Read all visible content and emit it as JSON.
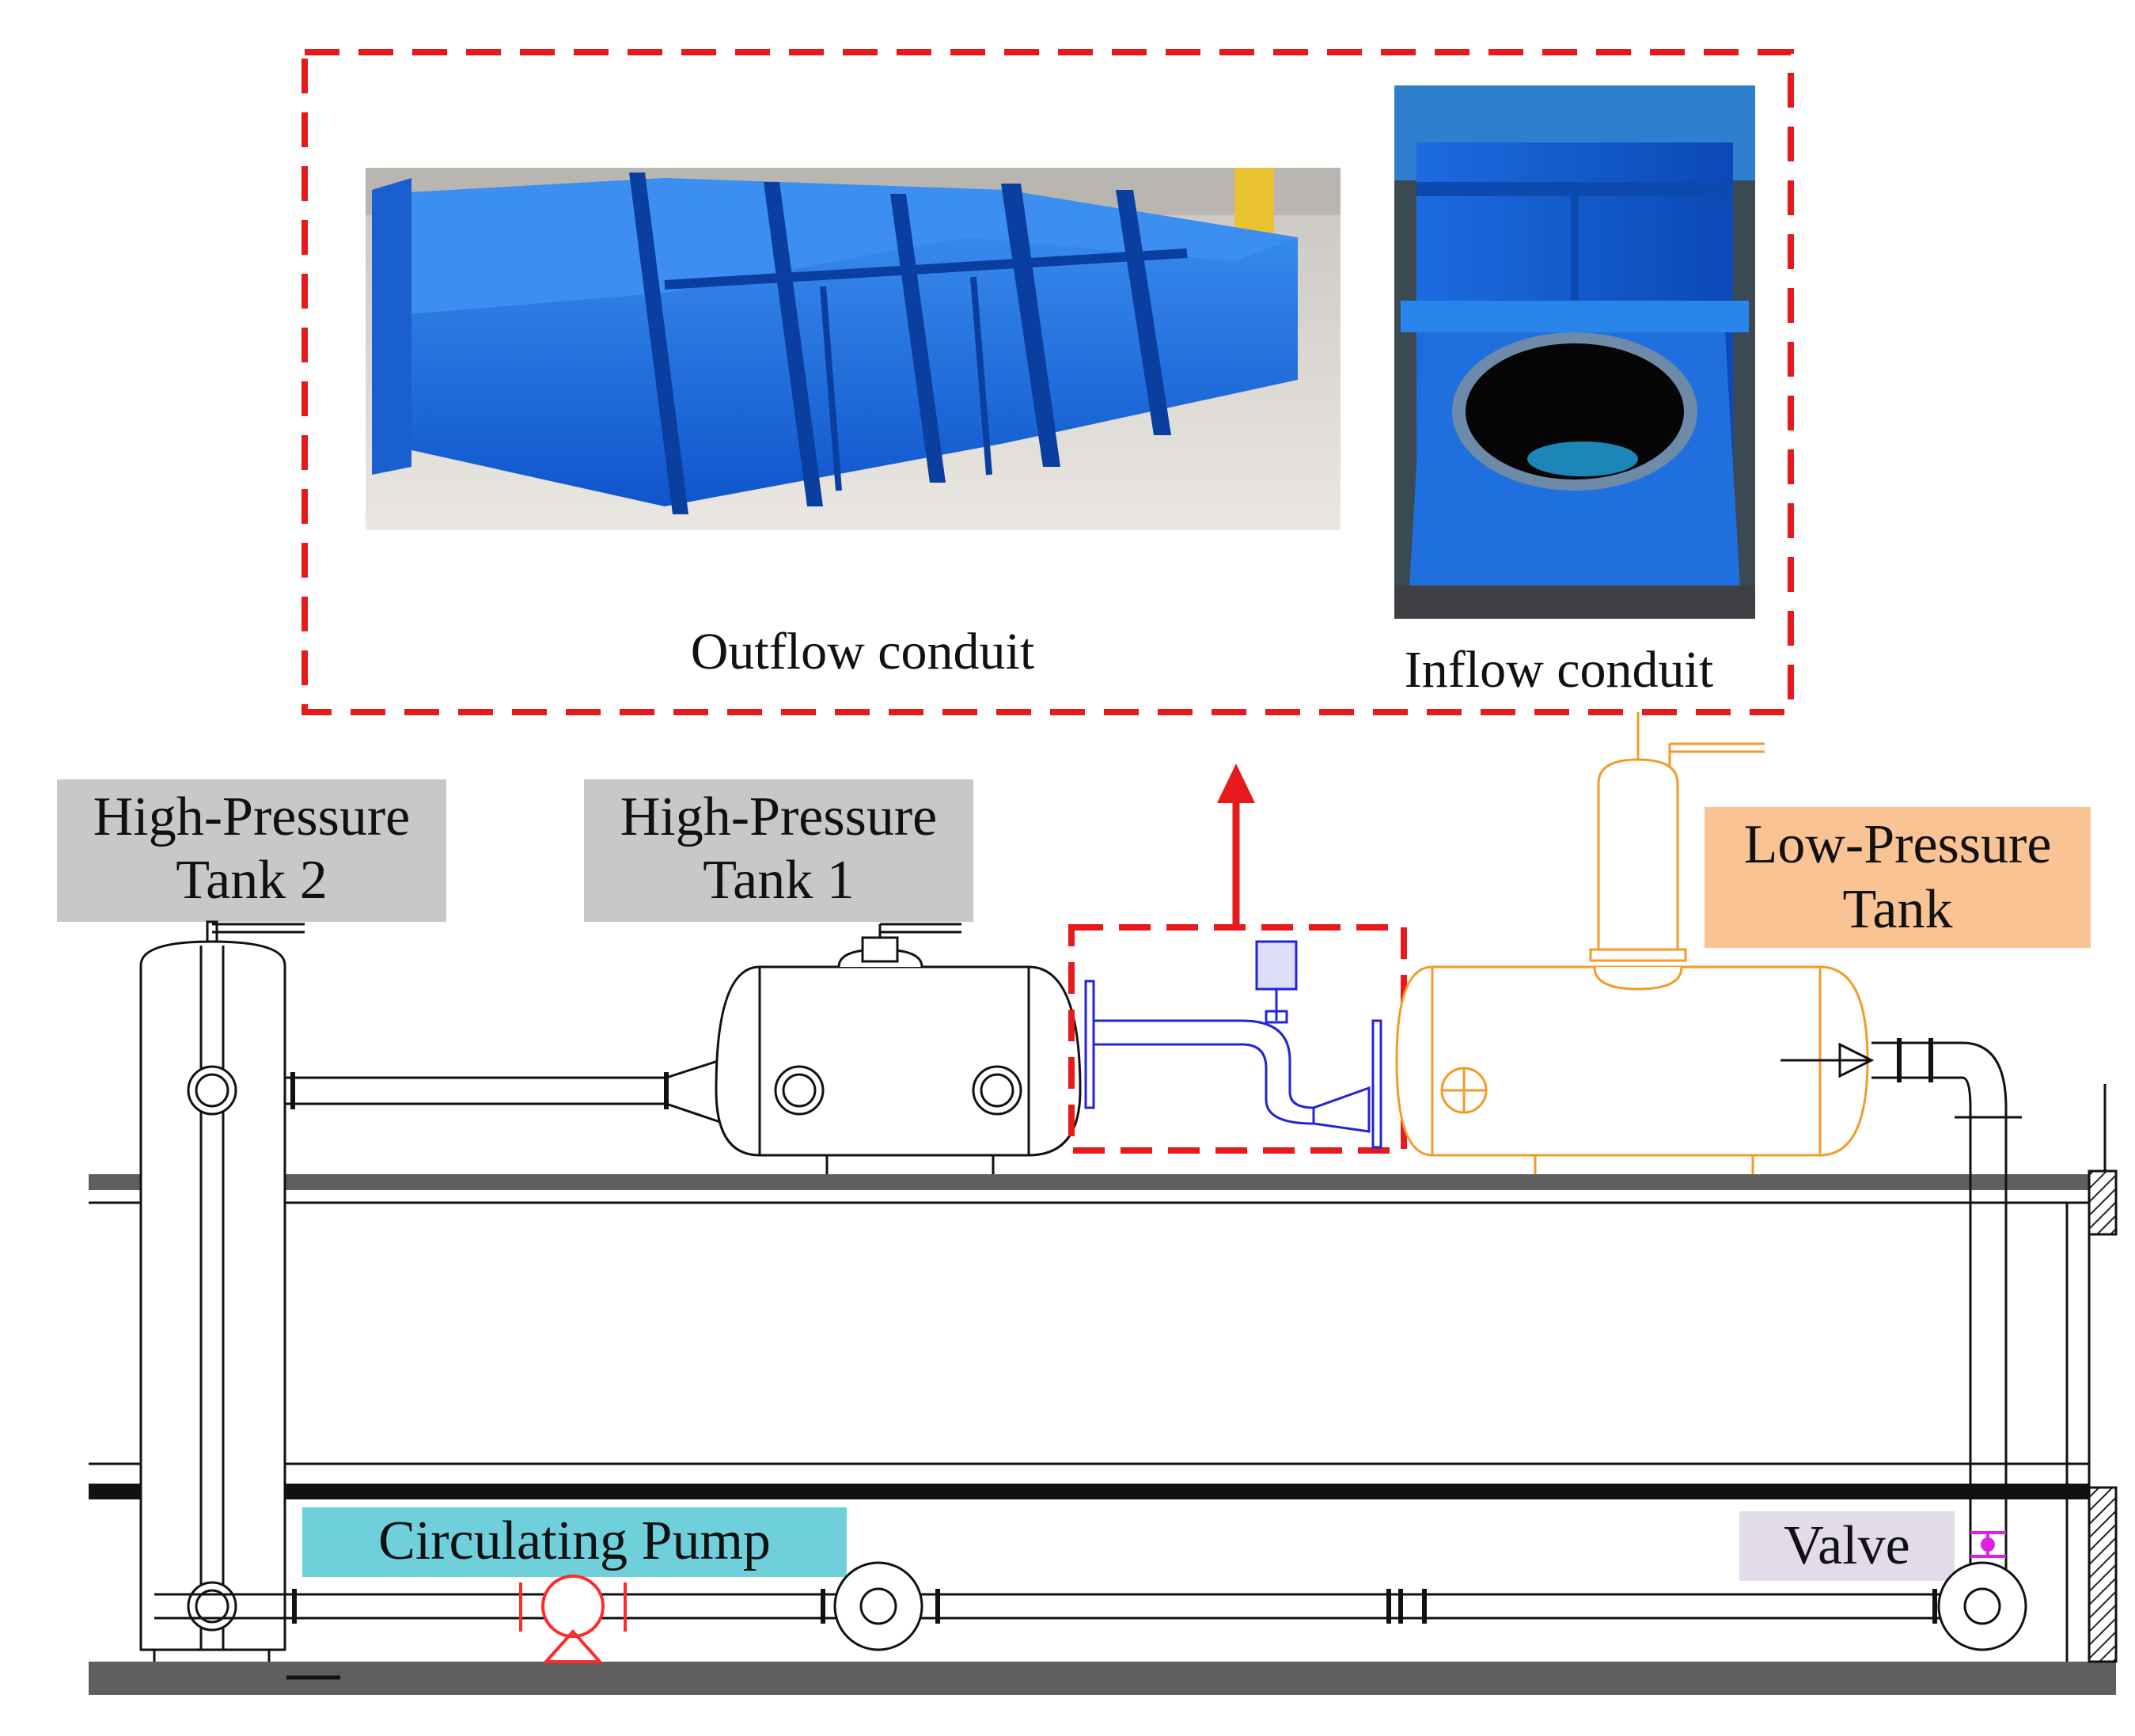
{
  "labels": {
    "outflow_conduit": "Outflow conduit",
    "inflow_conduit": "Inflow conduit",
    "hp_tank2_line1": "High-Pressure",
    "hp_tank2_line2": "Tank 2",
    "hp_tank1_line1": "High-Pressure",
    "hp_tank1_line2": "Tank 1",
    "lp_tank_line1": "Low-Pressure",
    "lp_tank_line2": "Tank",
    "circulating_pump": "Circulating Pump",
    "valve": "Valve"
  },
  "colors": {
    "highlight_dash": "#e8191c",
    "conduit_blue": "#1f6fe0",
    "conduit_drawing": "#2323d8",
    "low_pressure_tank": "#f39a2a",
    "pump": "#ff2a2a",
    "valve_marker": "#e020e0",
    "label_gray": "#c8c8c8",
    "label_orange": "#f9c394",
    "label_cyan": "#6fd0dc",
    "label_lavender": "#e2dbea",
    "floor_gray": "#5f5f5f"
  }
}
